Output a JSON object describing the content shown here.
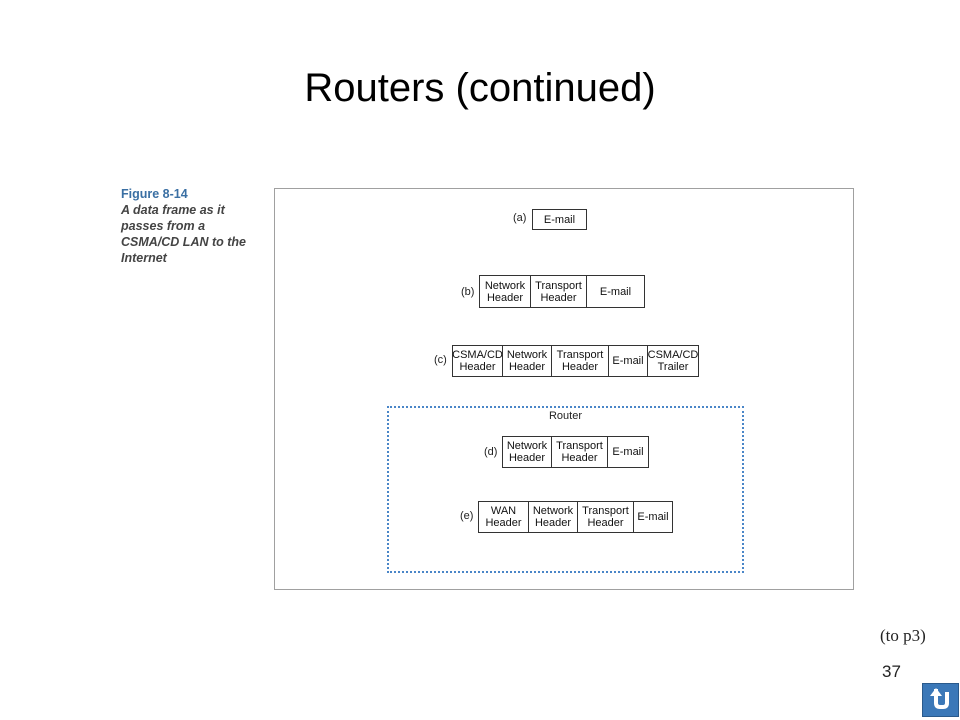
{
  "slide": {
    "title": "Routers (continued)",
    "note": "(to p3)",
    "page_number": "37"
  },
  "figure": {
    "label": "Figure 8-14",
    "caption": "A data frame as it passes from a CSMA/CD LAN to the Internet",
    "router_label": "Router",
    "rows": [
      {
        "label": "(a)",
        "cells": [
          "E-mail"
        ]
      },
      {
        "label": "(b)",
        "cells": [
          "Network\nHeader",
          "Transport\nHeader",
          "E-mail"
        ]
      },
      {
        "label": "(c)",
        "cells": [
          "CSMA/CD\nHeader",
          "Network\nHeader",
          "Transport\nHeader",
          "E-mail",
          "CSMA/CD\nTrailer"
        ]
      },
      {
        "label": "(d)",
        "cells": [
          "Network\nHeader",
          "Transport\nHeader",
          "E-mail"
        ]
      },
      {
        "label": "(e)",
        "cells": [
          "WAN\nHeader",
          "Network\nHeader",
          "Transport\nHeader",
          "E-mail"
        ]
      }
    ]
  },
  "icons": {
    "nav_button": "return-arrow-icon"
  },
  "colors": {
    "figure_label": "#3a6fa3",
    "router_border": "#4a86c8",
    "nav_button": "#3b78b8"
  }
}
